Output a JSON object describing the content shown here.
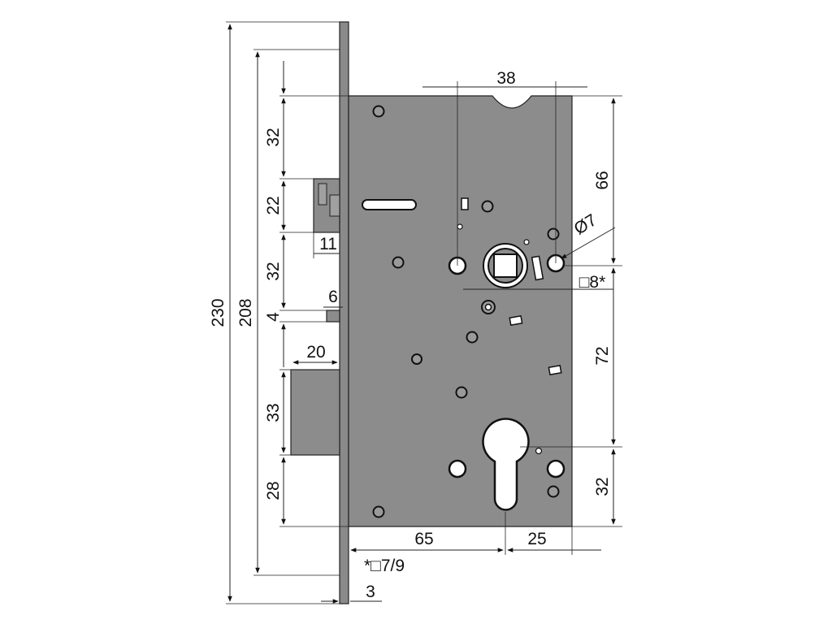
{
  "dimensions": {
    "total_height": "230",
    "plate_height": "208",
    "top_to_latch": "32",
    "latch_height": "22",
    "latch_to_bolt": "32",
    "small_gap": "4",
    "bolt_height": "33",
    "bolt_to_bottom": "28",
    "latch_depth": "11",
    "aux_width": "6",
    "bolt_throw": "20",
    "spindle_span": "38",
    "top_to_spindle": "66",
    "hole_diameter": "Ø7",
    "spindle_square": "□8*",
    "spindle_to_cylinder": "72",
    "cylinder_to_bottom": "32",
    "backset": "65",
    "cylinder_to_edge": "25",
    "plate_thickness": "3"
  },
  "notes": {
    "footnote": "*□7/9"
  },
  "colors": {
    "body": "#8c8c8c",
    "line": "#222222",
    "background": "#ffffff"
  }
}
